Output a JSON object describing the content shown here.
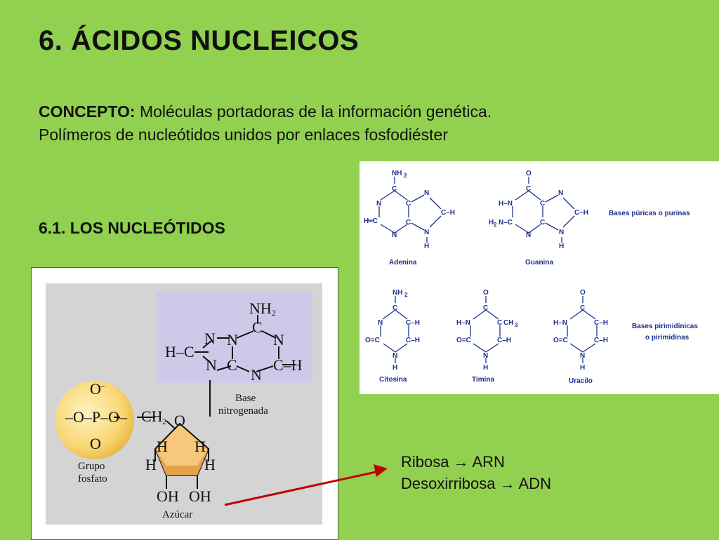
{
  "title": "6. ÁCIDOS NUCLEICOS",
  "concept": {
    "label": "CONCEPTO:",
    "text": " Moléculas portadoras de la información genética. Polímeros de nucleótidos unidos por enlaces fosfodiéster"
  },
  "subtitle": "6.1. LOS NUCLEÓTIDOS",
  "bases": {
    "purines_label": "Bases púricas o purinas",
    "pyrimidines_label_1": "Bases pirimidínicas",
    "pyrimidines_label_2": "o pirimidinas",
    "adenina": "Adenina",
    "guanina": "Guanina",
    "citosina": "Citosina",
    "timina": "Timina",
    "uracilo": "Uracilo"
  },
  "nucleotide": {
    "base_label_1": "Base",
    "base_label_2": "nitrogenada",
    "phosphate_label_1": "Grupo",
    "phosphate_label_2": "fosfato",
    "sugar_label": "Azúcar"
  },
  "sugar_notes": [
    "Ribosa → ARN",
    "Desoxirribosa → ADN"
  ],
  "colors": {
    "background": "#92d050",
    "base_highlight": "#d0c8e8",
    "sugar_fill": "#f6c77c",
    "phosphate_fill": "#f8d673",
    "arrow": "#c00000"
  }
}
